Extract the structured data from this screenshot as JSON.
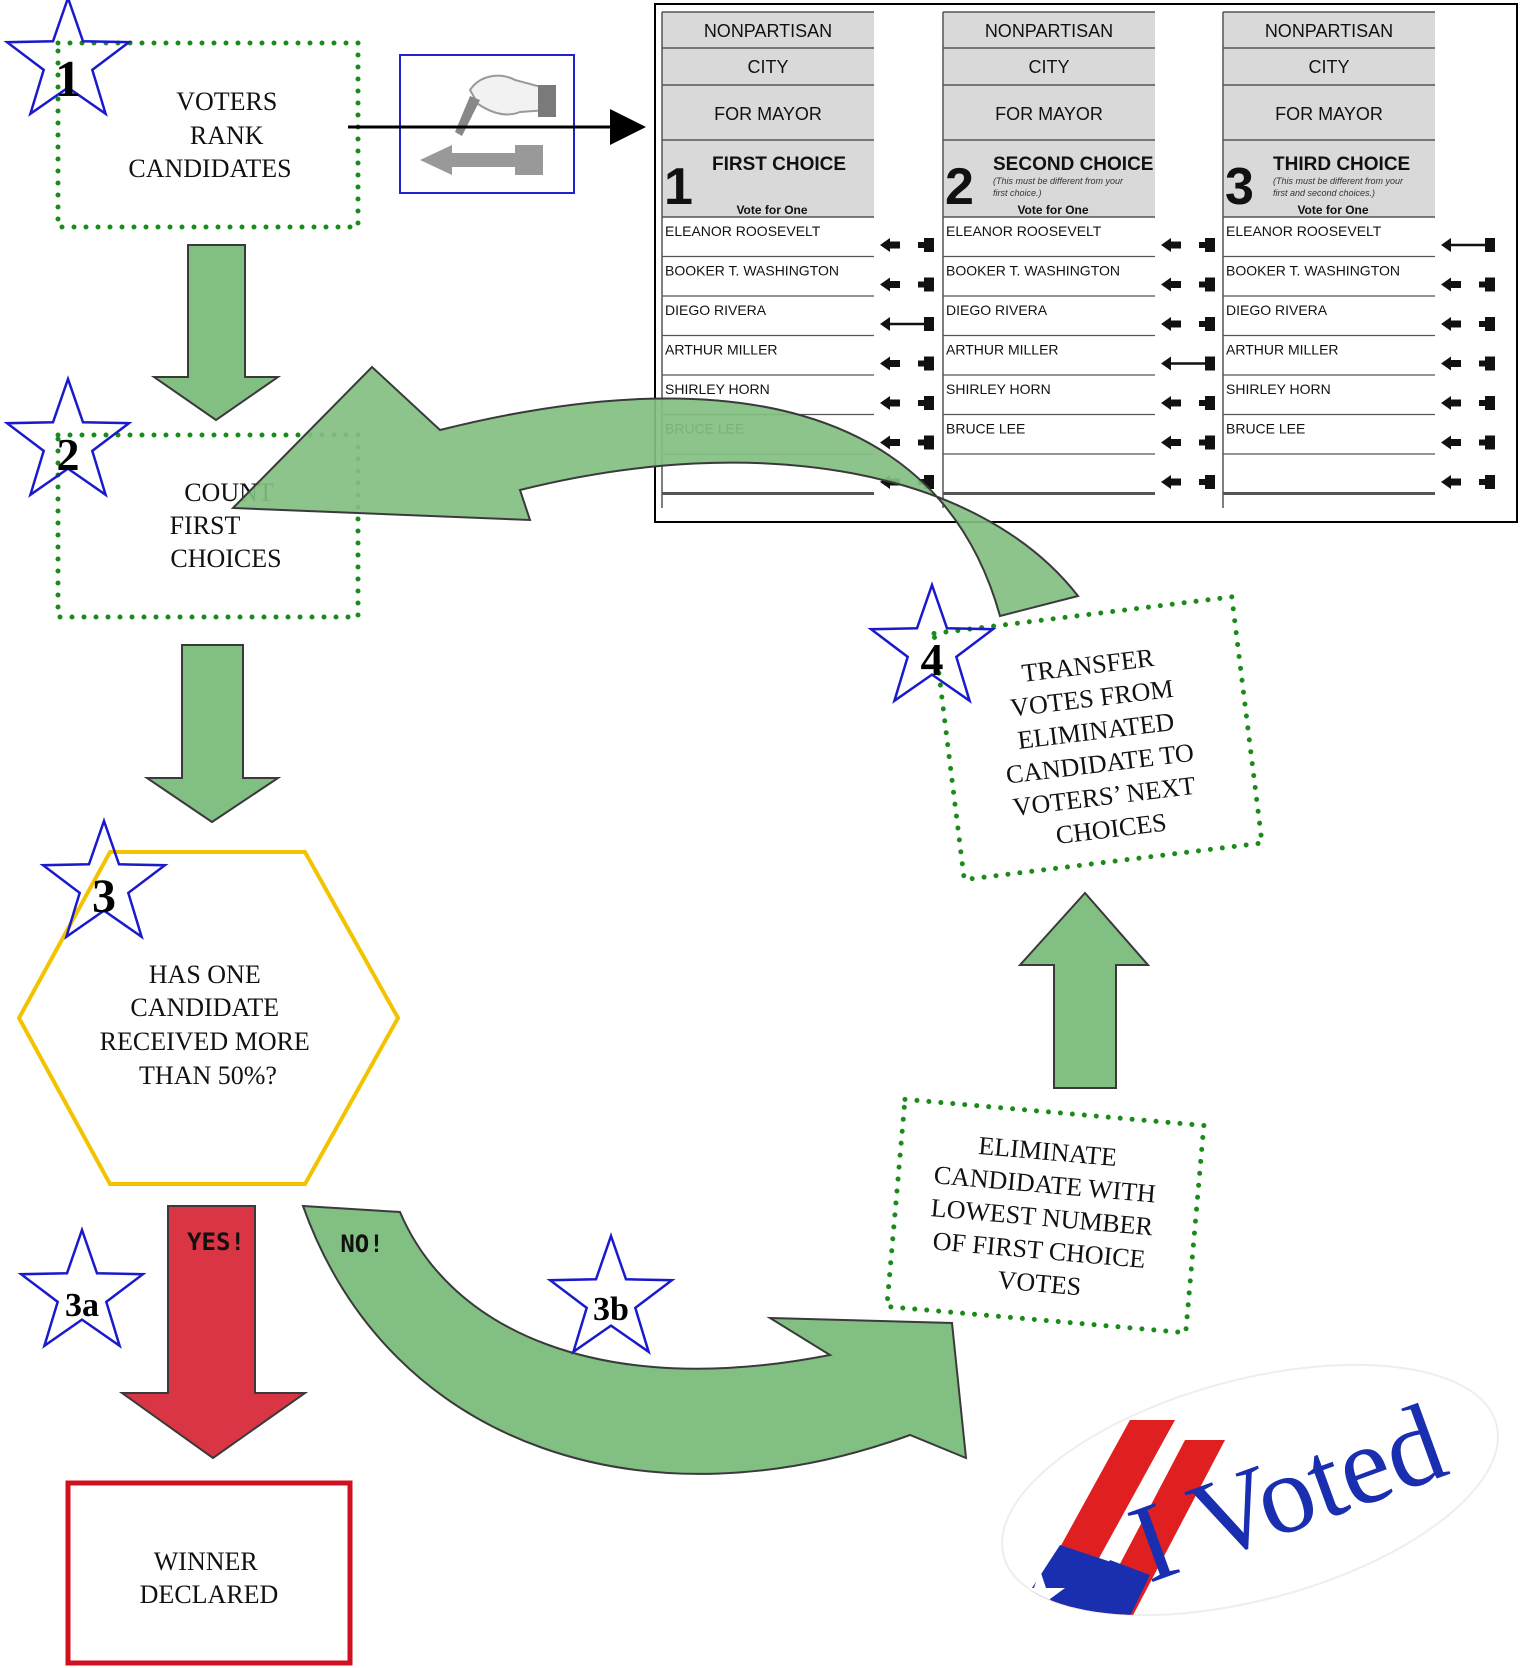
{
  "steps": {
    "s1": {
      "num": "1",
      "lines": [
        "VOTERS",
        "RANK",
        "CANDIDATES"
      ]
    },
    "s2": {
      "num": "2",
      "lines": [
        "COUNT",
        "FIRST",
        "CHOICES"
      ]
    },
    "s3": {
      "num": "3",
      "lines": [
        "HAS ONE",
        "CANDIDATE",
        "RECEIVED MORE",
        "THAN 50%?"
      ]
    },
    "s3a": {
      "num": "3a"
    },
    "s3b": {
      "num": "3b"
    },
    "s4": {
      "num": "4",
      "lines": [
        "TRANSFER",
        "VOTES FROM",
        "ELIMINATED",
        "CANDIDATE TO",
        "VOTERS’ NEXT",
        "CHOICES"
      ]
    },
    "eliminate": {
      "lines": [
        "ELIMINATE",
        "CANDIDATE WITH",
        "LOWEST NUMBER",
        "OF FIRST CHOICE",
        "VOTES"
      ]
    },
    "winner": {
      "lines": [
        "WINNER",
        "DECLARED"
      ]
    }
  },
  "arrows": {
    "yes_label": "YES!",
    "no_label": "NO!"
  },
  "ballot": {
    "columns": [
      {
        "party": "NONPARTISAN",
        "city": "CITY",
        "office": "FOR MAYOR",
        "num": "1",
        "choice": "FIRST CHOICE",
        "note": [
          "",
          ""
        ],
        "vote": "Vote for One",
        "marked": 2
      },
      {
        "party": "NONPARTISAN",
        "city": "CITY",
        "office": "FOR MAYOR",
        "num": "2",
        "choice": "SECOND CHOICE",
        "note": [
          "(This must be different from your",
          "first choice.)"
        ],
        "vote": "Vote for One",
        "marked": 3
      },
      {
        "party": "NONPARTISAN",
        "city": "CITY",
        "office": "FOR MAYOR",
        "num": "3",
        "choice": "THIRD CHOICE",
        "note": [
          "(This must be different from your",
          "first and second choices.)"
        ],
        "vote": "Vote for One",
        "marked": 0
      }
    ],
    "candidates": [
      "ELEANOR ROOSEVELT",
      "BOOKER T. WASHINGTON",
      "DIEGO RIVERA",
      "ARTHUR MILLER",
      "SHIRLEY HORN",
      "BRUCE LEE"
    ]
  },
  "sticker": {
    "text": "I Voted"
  },
  "colors": {
    "green_arrow": "#82bf82",
    "red_arrow": "#d93545",
    "dotted_border": "#1b8a1b",
    "star_outline": "#1a1acc",
    "hexagon": "#f3c300",
    "winner_border": "#d0101f"
  }
}
